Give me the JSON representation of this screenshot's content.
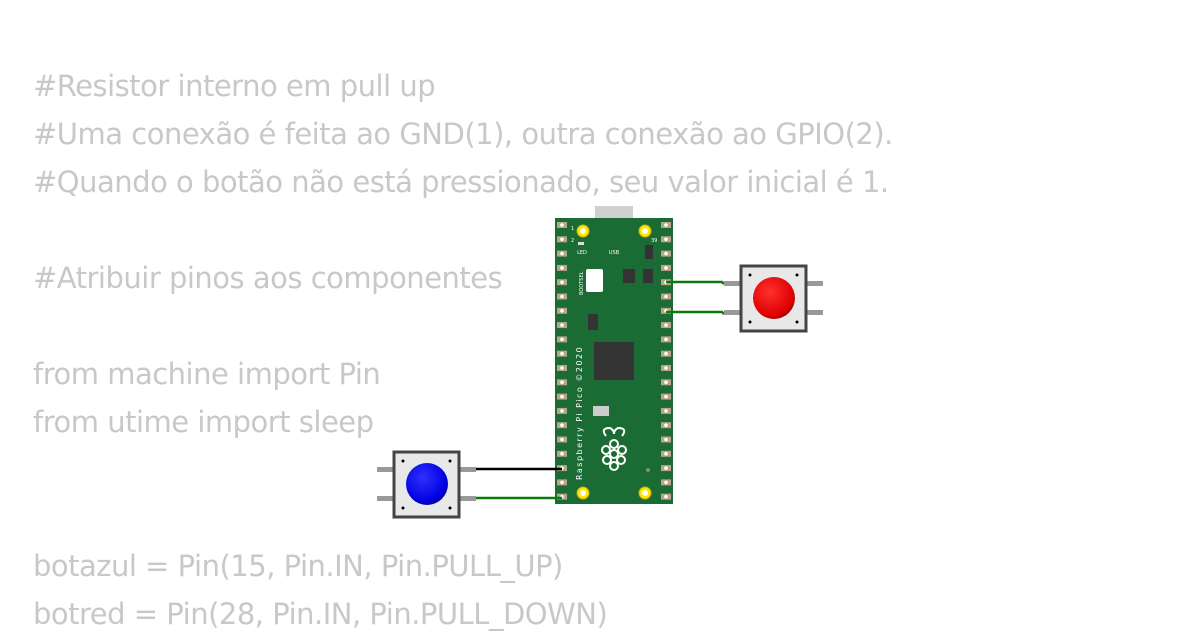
{
  "code_lines": [
    "#Resistor interno em pull up",
    "#Uma conexão é feita ao GND(1), outra conexão ao GPIO(2).",
    "#Quando o botão não está pressionado, seu valor inicial é 1.",
    "",
    "#Atribuir pinos aos componentes",
    "",
    "from machine import Pin",
    "from utime import sleep",
    "",
    "",
    "botazul = Pin(15, Pin.IN, Pin.PULL_UP)",
    "botred = Pin(28, Pin.IN, Pin.PULL_DOWN)"
  ],
  "board": {
    "name": "Raspberry Pi Pico ©2020",
    "labels": {
      "led": "LED",
      "usb": "USB",
      "bootsel": "BOOTSEL",
      "pin1": "1",
      "pin2": "2",
      "pin39": "39"
    },
    "color": "#1b6b35"
  },
  "buttons": [
    {
      "name": "red-pushbutton",
      "color": "#ff0000"
    },
    {
      "name": "blue-pushbutton",
      "color": "#0000ff"
    }
  ],
  "wire_colors": {
    "green": "#0a7a0a",
    "black": "#000000"
  }
}
